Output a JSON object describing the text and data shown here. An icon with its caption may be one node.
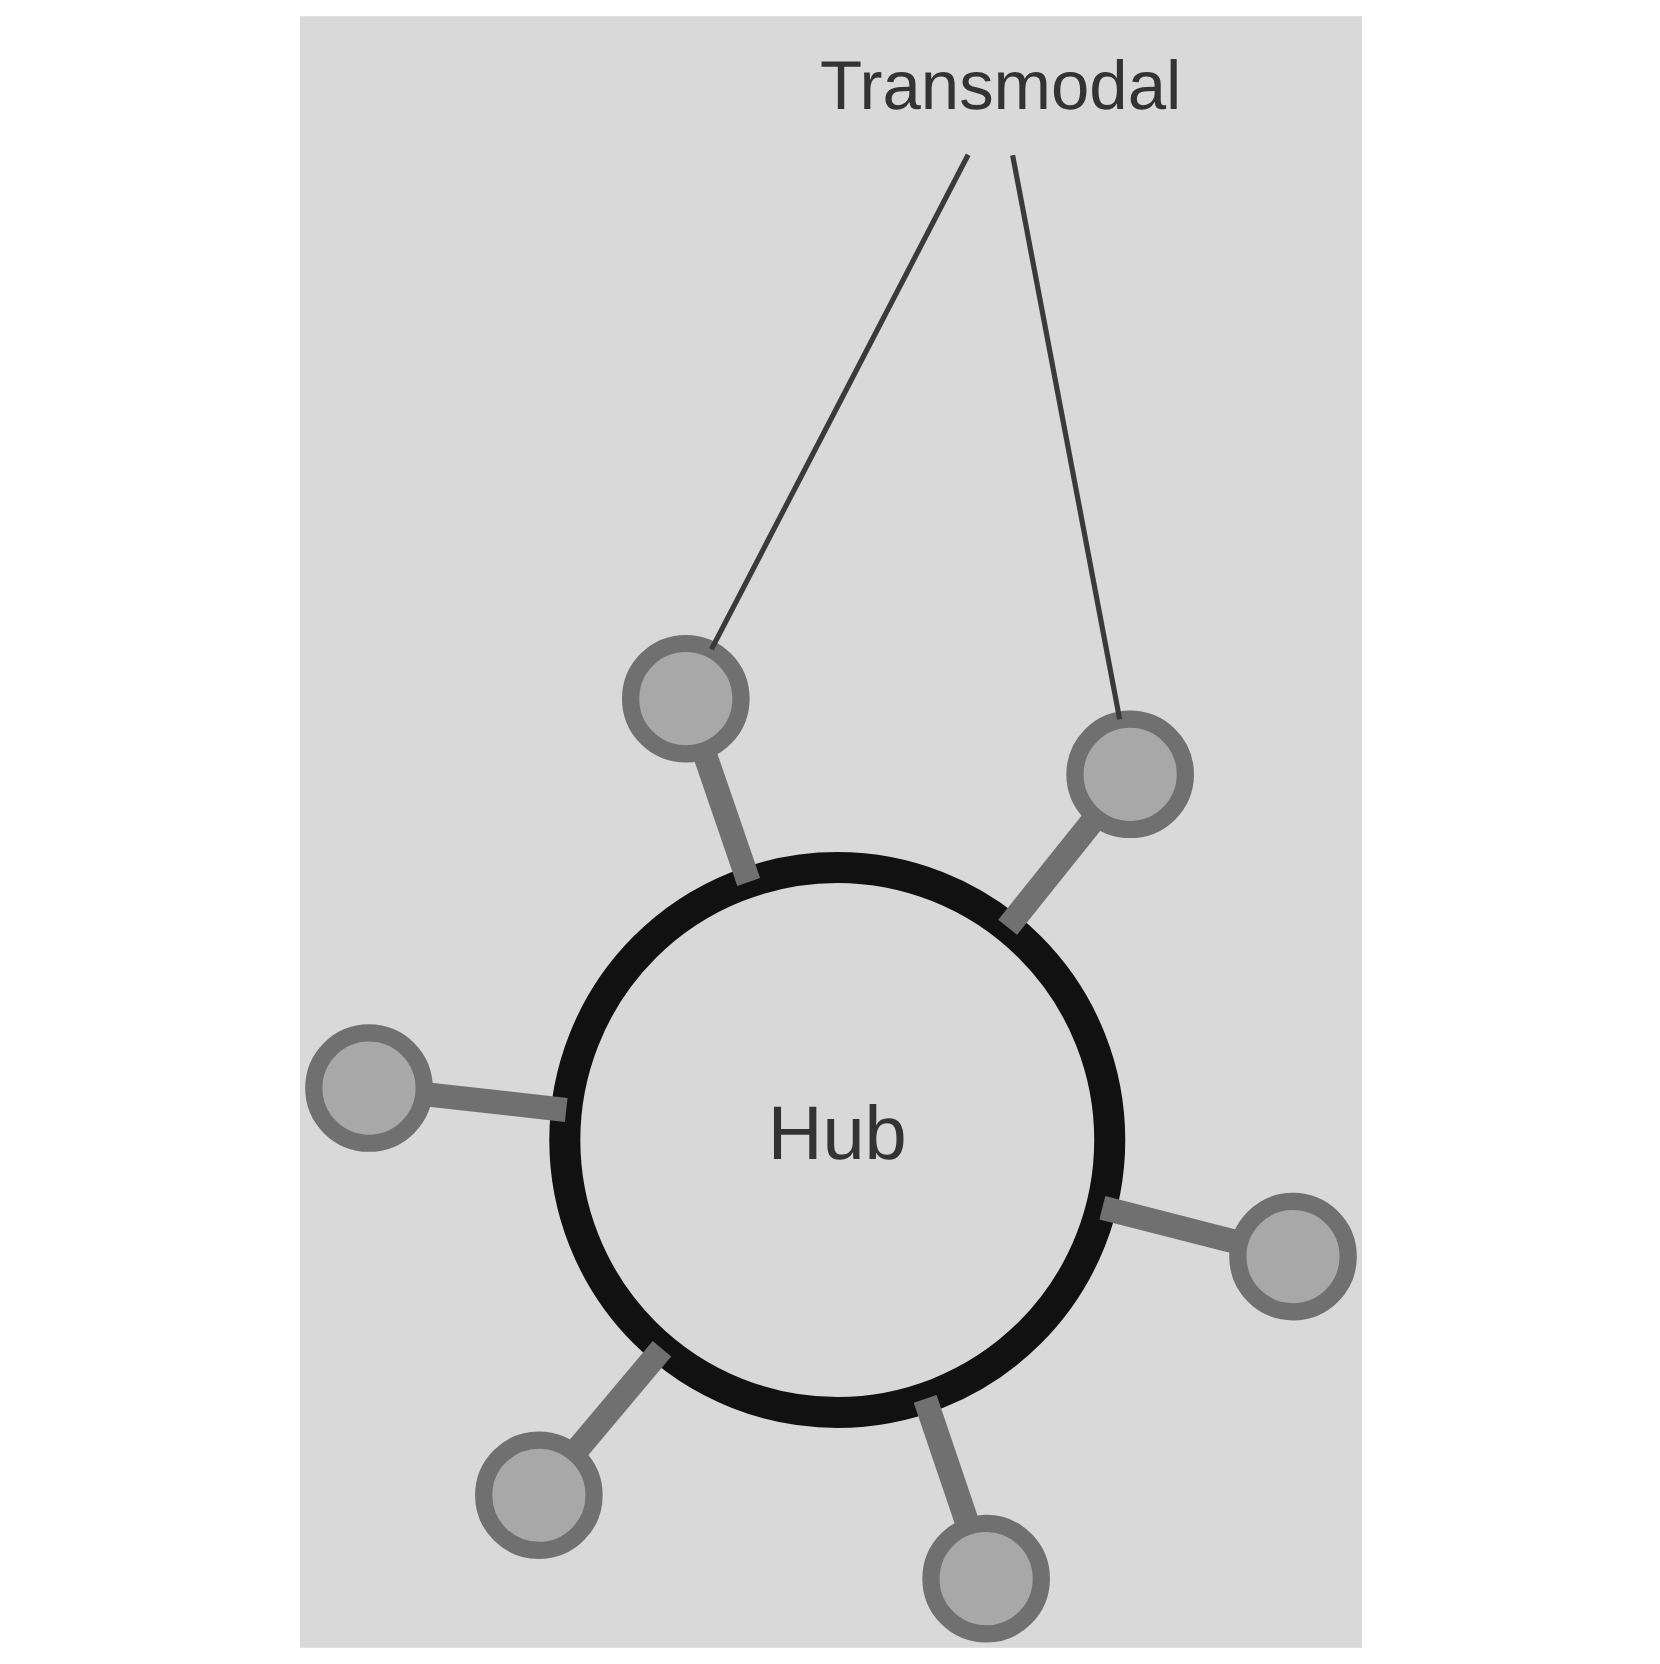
{
  "diagram": {
    "nodes": [
      {
        "text": [
          "Transmodal"
        ]
      },
      {
        "text": [],
        "shape": "circle"
      },
      {
        "text": [],
        "shape": "circle"
      },
      {
        "text": [
          "Hub"
        ]
      },
      {
        "text": [],
        "shape": "circle"
      },
      {
        "text": [],
        "shape": "circle"
      },
      {
        "text": [],
        "shape": "circle"
      },
      {
        "text": [],
        "shape": "circle"
      }
    ],
    "edges": [
      {
        "from": 0,
        "to": 1,
        "arrow": "none",
        "color": "#3a3a3a"
      },
      {
        "from": 0,
        "to": 4,
        "arrow": "none",
        "color": "#3a3a3a"
      },
      {
        "from": 3,
        "to": 1,
        "arrow": "none"
      },
      {
        "from": 3,
        "to": 2,
        "arrow": "none"
      },
      {
        "from": 3,
        "to": 4,
        "arrow": "none"
      },
      {
        "from": 3,
        "to": 5,
        "arrow": "none"
      },
      {
        "from": 3,
        "to": 6,
        "arrow": "none"
      },
      {
        "from": 3,
        "to": 7,
        "arrow": "none"
      }
    ]
  }
}
